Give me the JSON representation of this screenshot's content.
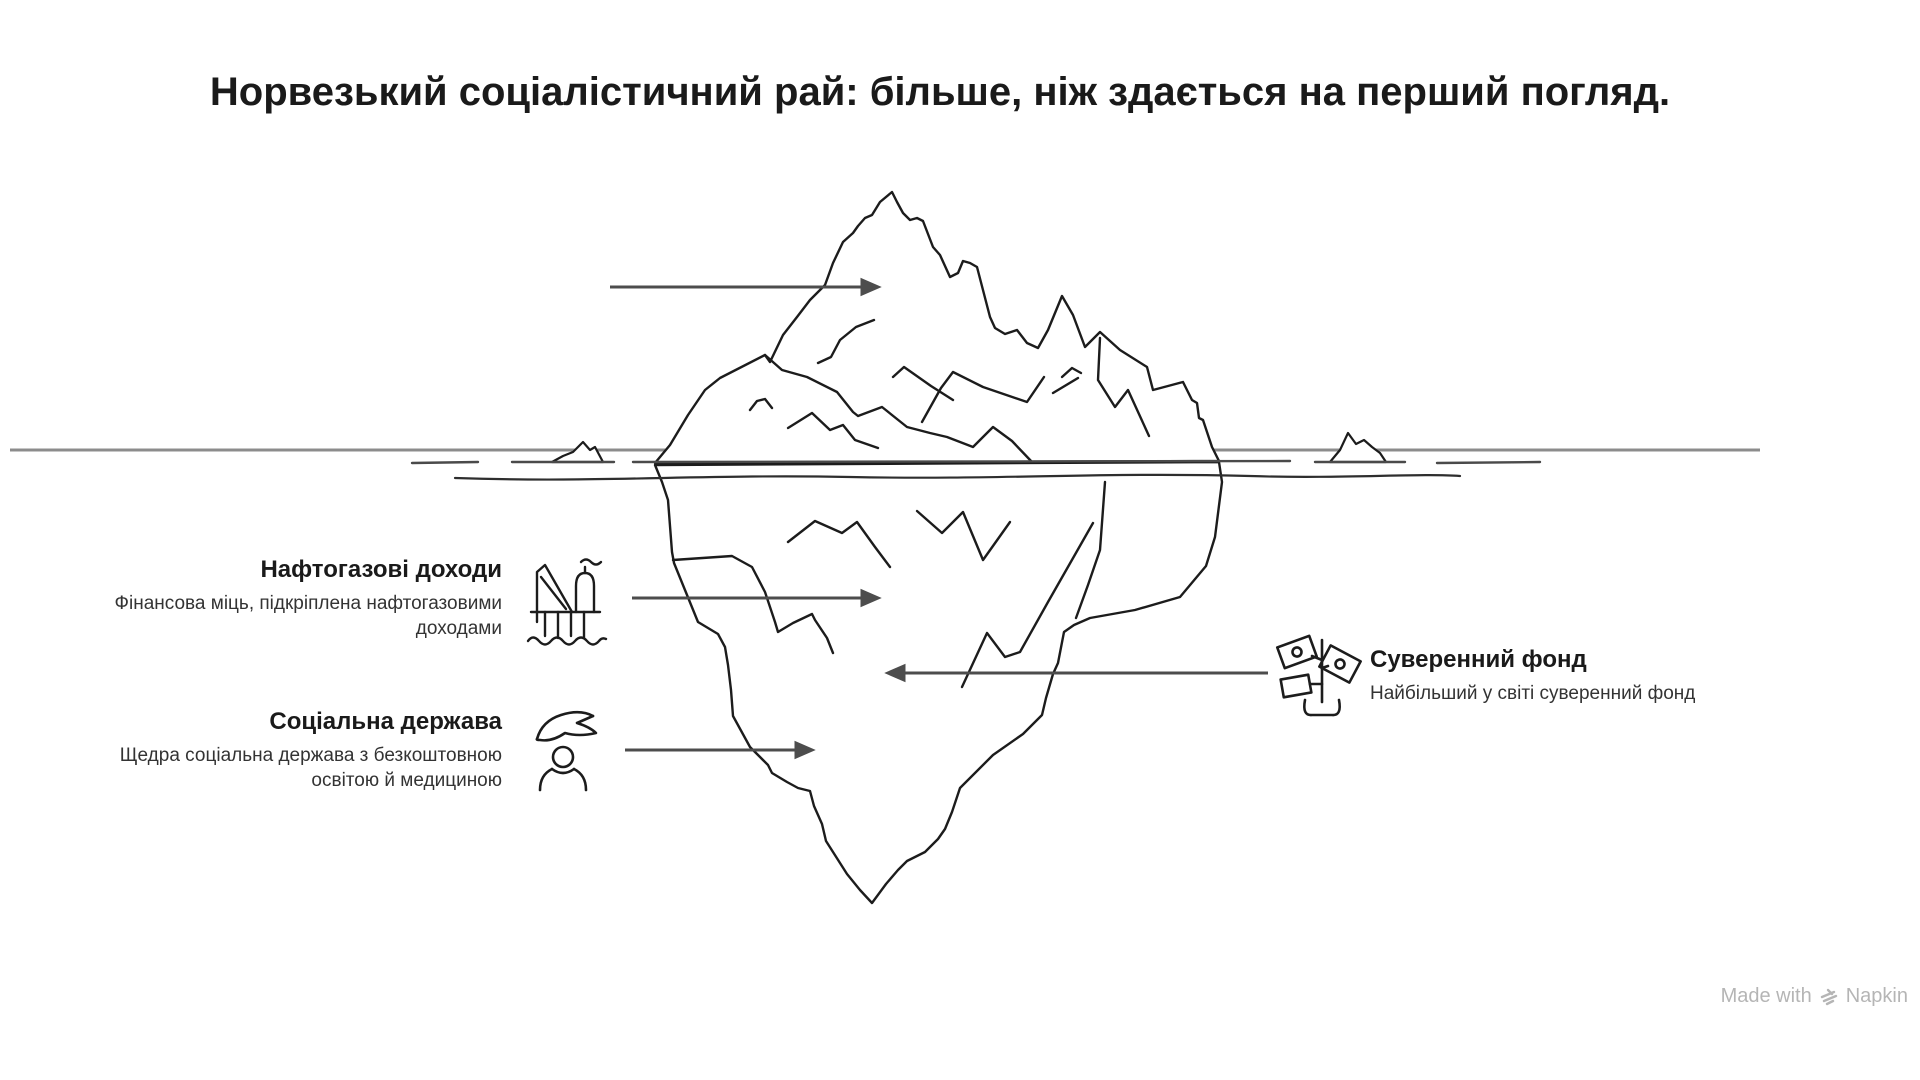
{
  "title": "Норвезький соціалістичний рай: більше, ніж здається на перший погляд.",
  "diagram": {
    "type": "iceberg",
    "sections": [
      {
        "id": "peak",
        "position": "above-water",
        "label": "",
        "arrow": "points-right-to-peak"
      },
      {
        "id": "oil",
        "position": "below-water",
        "arrow": "points-right-into-iceberg"
      },
      {
        "id": "fund",
        "position": "below-water",
        "arrow": "points-left-into-iceberg"
      },
      {
        "id": "social",
        "position": "below-water",
        "arrow": "points-right-into-iceberg"
      }
    ]
  },
  "callouts": {
    "oil": {
      "heading": "Нафтогазові доходи",
      "description": "Фінансова міць, підкріплена нафтогазовими доходами",
      "icon": "oil-rig-icon"
    },
    "social": {
      "heading": "Соціальна держава",
      "description": "Щедра соціальна держава з безкоштовною освітою й медициною",
      "icon": "care-hand-icon"
    },
    "fund": {
      "heading": "Суверенний фонд",
      "description": "Найбільший у світі суверенний фонд",
      "icon": "money-tree-icon"
    }
  },
  "footer": {
    "made_with": "Made with",
    "brand": "Napkin",
    "logo": "napkin-logo-icon"
  },
  "colors": {
    "background": "#ffffff",
    "ink": "#1c1c1c",
    "sea_line": "#8c8c8c",
    "hand_line": "#4a4a4a",
    "arrow": "#4d4d4d",
    "heading_text": "#1a1a1a",
    "description_text": "#333333",
    "footer_text": "#b5b5b5"
  }
}
